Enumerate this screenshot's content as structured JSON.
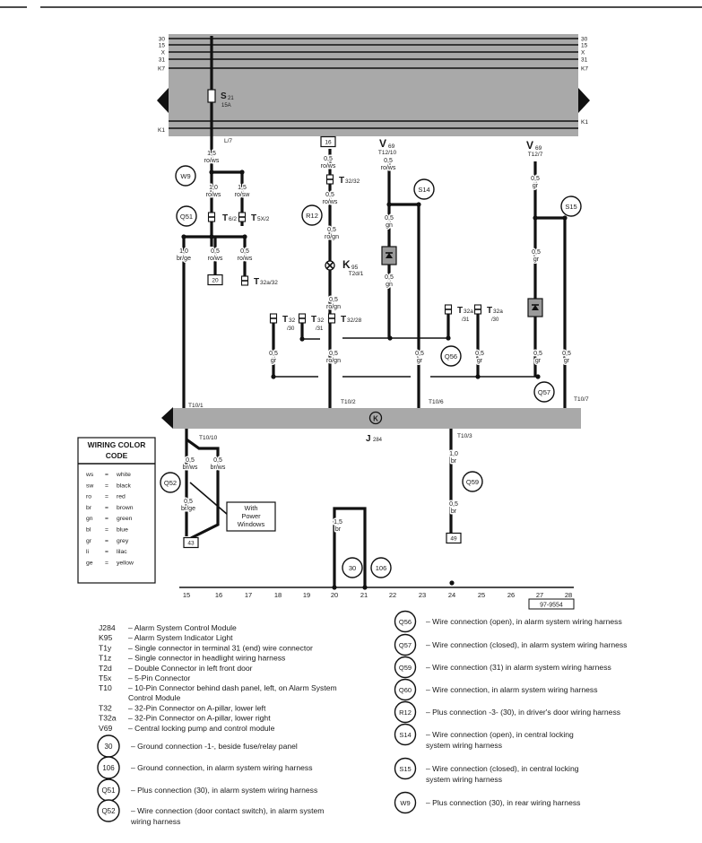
{
  "bus": {
    "left_labels": [
      "30",
      "15",
      "X",
      "31",
      "K7"
    ],
    "right_labels": [
      "30",
      "15",
      "X",
      "31",
      "K7"
    ],
    "k1_left": "K1",
    "k1_right": "K1"
  },
  "fuse": {
    "name": "S",
    "sub": "21",
    "rating": "15A"
  },
  "wire_specs": [
    {
      "size": "1,5",
      "color": "ro/ws"
    },
    {
      "size": "1,0",
      "color": "ro/ws"
    },
    {
      "size": "1,5",
      "color": "ro/sw"
    },
    {
      "size": "1,0",
      "color": "br/ge"
    },
    {
      "size": "0,5",
      "color": "ro/ws"
    },
    {
      "size": "0,5",
      "color": "ro/ws"
    },
    {
      "size": "0,5",
      "color": "ro/ws"
    },
    {
      "size": "0,5",
      "color": "ro/ws"
    },
    {
      "size": "0,5",
      "color": "ro/gn"
    },
    {
      "size": "0,5",
      "color": "ro/gn"
    },
    {
      "size": "0,5",
      "color": "ro/ws"
    },
    {
      "size": "0,5",
      "color": "gn"
    },
    {
      "size": "0,5",
      "color": "gn"
    },
    {
      "size": "0,5",
      "color": "gr"
    },
    {
      "size": "0,5",
      "color": "gr"
    },
    {
      "size": "0,5",
      "color": "gr"
    },
    {
      "size": "0,5",
      "color": "ro/gn"
    },
    {
      "size": "0,5",
      "color": "gr"
    },
    {
      "size": "0,5",
      "color": "gr"
    },
    {
      "size": "0,5",
      "color": "gr"
    },
    {
      "size": "0,5",
      "color": "gr"
    },
    {
      "size": "0,5",
      "color": "br/ws"
    },
    {
      "size": "0,5",
      "color": "br/ws"
    },
    {
      "size": "0,5",
      "color": "br/ge"
    },
    {
      "size": "1,0",
      "color": "br"
    },
    {
      "size": "0,5",
      "color": "br"
    },
    {
      "size": "1,5",
      "color": "br"
    }
  ],
  "connectors": [
    {
      "name": "T",
      "sub": "6/2"
    },
    {
      "name": "T",
      "sub": "5X/2"
    },
    {
      "name": "T",
      "sub": "32a/32"
    },
    {
      "name": "T",
      "sub": "32/32"
    },
    {
      "name": "T",
      "sub": "32/28"
    },
    {
      "name": "T",
      "sub": "32",
      "pin": "/30"
    },
    {
      "name": "T",
      "sub": "32",
      "pin": "/31"
    },
    {
      "name": "T",
      "sub": "32a",
      "pin": "/31"
    },
    {
      "name": "T",
      "sub": "32a",
      "pin": "/30"
    }
  ],
  "circles": [
    "W9",
    "Q51",
    "R12",
    "S14",
    "S15",
    "Q56",
    "Q57",
    "Q52",
    "Q59",
    "30",
    "106"
  ],
  "boxes": [
    "20",
    "16",
    "43",
    "49"
  ],
  "pins": [
    "L/7",
    "T12/10",
    "T12/7",
    "T10/1",
    "T10/2",
    "T10/6",
    "T10/7",
    "T10/10",
    "T10/3",
    "T2d/1"
  ],
  "components": {
    "v69_a": {
      "name": "V",
      "sub": "69"
    },
    "v69_b": {
      "name": "V",
      "sub": "69"
    },
    "k95": {
      "name": "K",
      "sub": "95"
    },
    "j284": {
      "name": "J",
      "sub": "284"
    },
    "ground_symbol": "K"
  },
  "note": [
    "With",
    "Power",
    "Windows"
  ],
  "ref_numbers": [
    "15",
    "16",
    "17",
    "18",
    "19",
    "20",
    "21",
    "22",
    "23",
    "24",
    "25",
    "26",
    "27",
    "28"
  ],
  "doc_number": "97-9554",
  "color_code": {
    "title": [
      "WIRING COLOR",
      "CODE"
    ],
    "entries": [
      {
        "abbr": "ws",
        "eq": "=",
        "name": "white"
      },
      {
        "abbr": "sw",
        "eq": "=",
        "name": "black"
      },
      {
        "abbr": "ro",
        "eq": "=",
        "name": "red"
      },
      {
        "abbr": "br",
        "eq": "=",
        "name": "brown"
      },
      {
        "abbr": "gn",
        "eq": "=",
        "name": "green"
      },
      {
        "abbr": "bl",
        "eq": "=",
        "name": "blue"
      },
      {
        "abbr": "gr",
        "eq": "=",
        "name": "grey"
      },
      {
        "abbr": "li",
        "eq": "=",
        "name": "lilac"
      },
      {
        "abbr": "ge",
        "eq": "=",
        "name": "yellow"
      }
    ]
  },
  "legend_left": [
    {
      "code": "J284",
      "text": [
        "– Alarm System Control Module"
      ]
    },
    {
      "code": "K95",
      "text": [
        "– Alarm System Indicator Light"
      ]
    },
    {
      "code": "T1y",
      "text": [
        "– Single connector in terminal 31 (end) wire connector"
      ]
    },
    {
      "code": "T1z",
      "text": [
        "– Single connector in headlight wiring harness"
      ]
    },
    {
      "code": "T2d",
      "text": [
        "– Double Connector in left front door"
      ]
    },
    {
      "code": "T5x",
      "text": [
        "– 5-Pin Connector"
      ]
    },
    {
      "code": "T10",
      "text": [
        "– 10-Pin Connector behind dash panel, left, on Alarm System",
        "Control Module"
      ]
    },
    {
      "code": "T32",
      "text": [
        "– 32-Pin Connector on A-pillar, lower left"
      ]
    },
    {
      "code": "T32a",
      "text": [
        "– 32-Pin Connector on A-pillar, lower right"
      ]
    },
    {
      "code": "V69",
      "text": [
        "– Central locking pump and control module"
      ]
    }
  ],
  "legend_left_circles": [
    {
      "code": "30",
      "text": [
        "– Ground connection -1-, beside fuse/relay panel"
      ]
    },
    {
      "code": "106",
      "text": [
        "– Ground connection, in alarm system wiring harness"
      ]
    },
    {
      "code": "Q51",
      "text": [
        "– Plus connection (30), in alarm system wiring harness"
      ]
    },
    {
      "code": "Q52",
      "text": [
        "– Wire connection (door contact switch), in alarm system",
        "wiring harness"
      ]
    }
  ],
  "legend_right": [
    {
      "code": "Q56",
      "text": [
        "– Wire connection (open), in alarm system wiring harness"
      ]
    },
    {
      "code": "Q57",
      "text": [
        "– Wire connection (closed), in alarm system wiring harness"
      ]
    },
    {
      "code": "Q59",
      "text": [
        "– Wire connection (31) in alarm system wiring harness"
      ]
    },
    {
      "code": "Q60",
      "text": [
        "– Wire connection, in alarm system wiring harness"
      ]
    },
    {
      "code": "R12",
      "text": [
        "– Plus connection -3- (30), in driver's door wiring harness"
      ]
    },
    {
      "code": "S14",
      "text": [
        "– Wire connection (open), in central locking",
        "system wiring harness"
      ]
    },
    {
      "code": "S15",
      "text": [
        "– Wire connection (closed), in central locking",
        "system wiring harness"
      ]
    },
    {
      "code": "W9",
      "text": [
        "– Plus connection (30), in rear wiring harness"
      ]
    }
  ]
}
